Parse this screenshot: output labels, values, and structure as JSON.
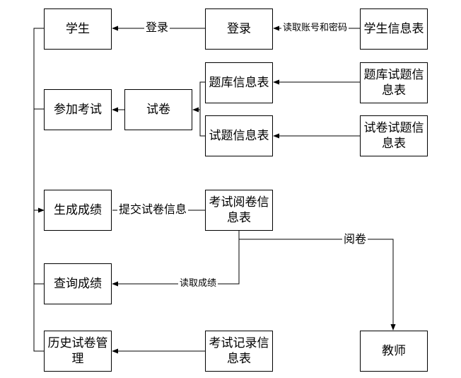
{
  "nodes": {
    "student": "学生",
    "login": "登录",
    "student_info": "学生信息表",
    "exam_bank_info": "题库信息表",
    "bank_question_info": "题库试题信息表",
    "join_exam": "参加考试",
    "paper": "试卷",
    "question_info": "试题信息表",
    "paper_question_info": "试卷试题信息表",
    "gen_score": "生成成绩",
    "exam_review_info": "考试阅卷信息表",
    "query_score": "查询成绩",
    "teacher": "教师",
    "history_paper": "历史试卷管理",
    "exam_record_info": "考试记录信息表"
  },
  "edges": {
    "login_to_student": "登录",
    "info_to_login": "读取账号和密码",
    "submit_paper": "提交试卷信息",
    "review": "阅卷",
    "read_score": "读取成绩"
  }
}
